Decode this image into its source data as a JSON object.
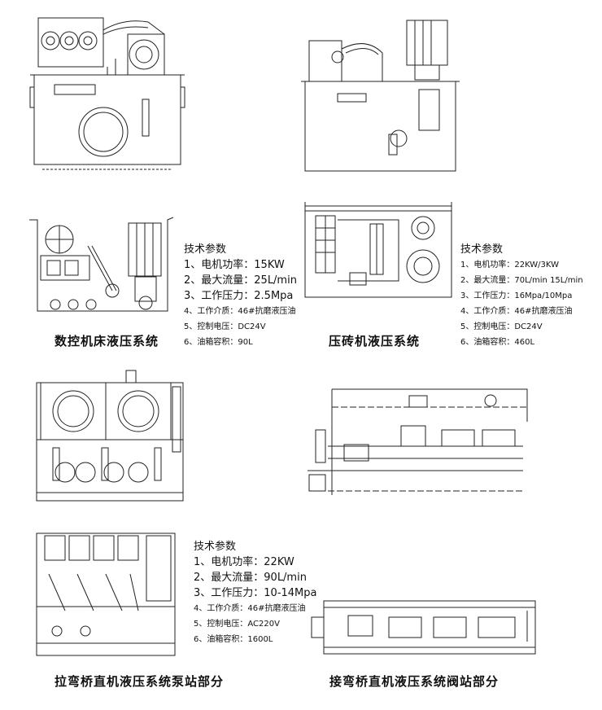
{
  "panels": [
    {
      "caption": "数控机床液压系统",
      "params": {
        "heading": "技术参数",
        "items": [
          "1、电机功率：15KW",
          "2、最大流量：25L/min",
          "3、工作压力：2.5Mpa",
          "4、工作介质：46#抗磨液压油",
          "5、控制电压：DC24V",
          "6、油箱容积：90L"
        ]
      }
    },
    {
      "caption": "压砖机液压系统",
      "params": {
        "heading": "技术参数",
        "items": [
          "1、电机功率：22KW/3KW",
          "2、最大流量：70L/min  15L/min",
          "3、工作压力：16Mpa/10Mpa",
          "4、工作介质：46#抗磨液压油",
          "5、控制电压：DC24V",
          "6、油箱容积：460L"
        ]
      }
    },
    {
      "caption": "拉弯桥直机液压系统泵站部分",
      "params": {
        "heading": "技术参数",
        "items": [
          "1、电机功率：22KW",
          "2、最大流量：90L/min",
          "3、工作压力：10-14Mpa",
          "4、工作介质：46#抗磨液压油",
          "5、控制电压：AC220V",
          "6、油箱容积：1600L"
        ]
      }
    },
    {
      "caption": "接弯桥直机液压系统阀站部分"
    }
  ],
  "colors": {
    "line": "#222222",
    "background": "#ffffff"
  }
}
